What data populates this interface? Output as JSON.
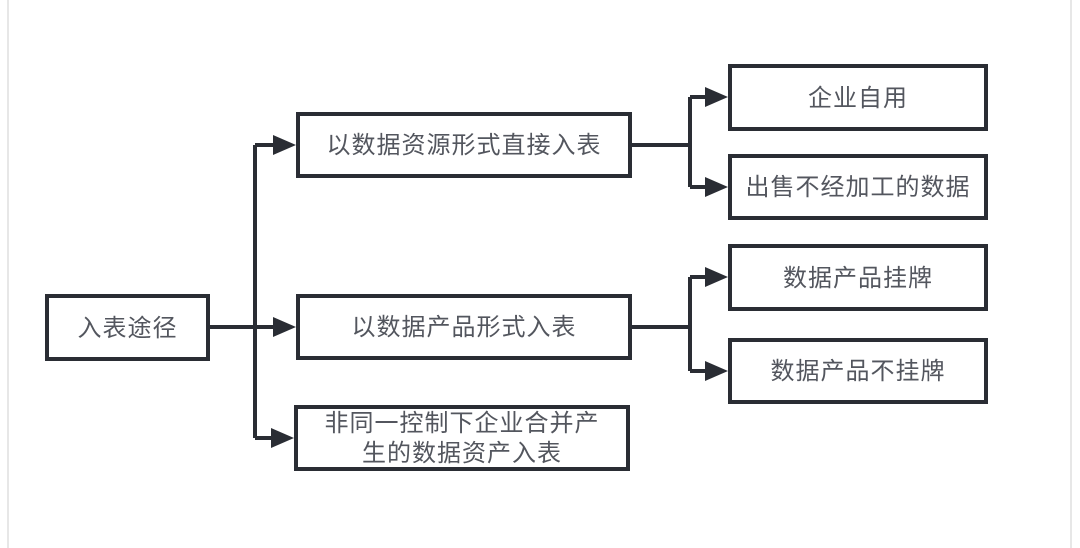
{
  "diagram": {
    "type": "flowchart",
    "direction": "left-to-right",
    "colors": {
      "background": "#ffffff",
      "box_fill": "#ffffff",
      "box_border": "#2a2d34",
      "connector": "#2a2d34",
      "text": "#53565e"
    },
    "nodes": {
      "root": {
        "label": "入表途径"
      },
      "mid1": {
        "label": "以数据资源形式直接入表"
      },
      "mid2": {
        "label": "以数据产品形式入表"
      },
      "mid3": {
        "label": "非同一控制下企业合并产\n生的数据资产入表"
      },
      "leaf1": {
        "label": "企业自用"
      },
      "leaf2": {
        "label": "出售不经加工的数据"
      },
      "leaf3": {
        "label": "数据产品挂牌"
      },
      "leaf4": {
        "label": "数据产品不挂牌"
      }
    },
    "edges": [
      {
        "from": "root",
        "to": "mid1"
      },
      {
        "from": "root",
        "to": "mid2"
      },
      {
        "from": "root",
        "to": "mid3"
      },
      {
        "from": "mid1",
        "to": "leaf1"
      },
      {
        "from": "mid1",
        "to": "leaf2"
      },
      {
        "from": "mid2",
        "to": "leaf3"
      },
      {
        "from": "mid2",
        "to": "leaf4"
      }
    ]
  }
}
